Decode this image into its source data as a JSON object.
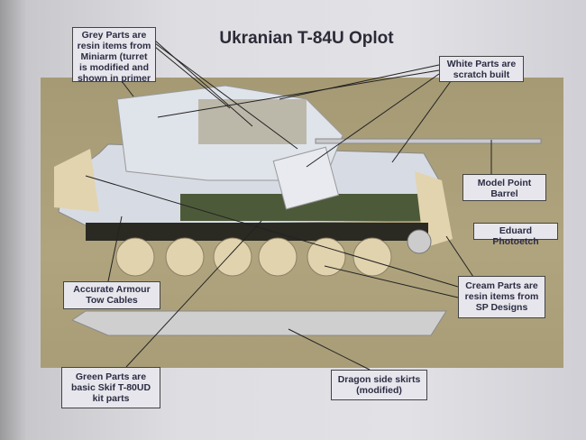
{
  "title": "Ukranian T-84U Oplot",
  "labels": {
    "grey_parts": "Grey Parts are resin items from Miniarm (turret is modified and shown in primer",
    "white_parts": "White Parts are scratch built",
    "barrel": "Model Point Barrel",
    "photoetch": "Eduard Photoetch",
    "cream_parts": "Cream Parts are resin items from SP Designs",
    "tow_cables": "Accurate Armour Tow Cables",
    "green_parts": "Green Parts are basic Skif T-80UD kit parts",
    "side_skirts": "Dragon side skirts (modified)"
  }
}
